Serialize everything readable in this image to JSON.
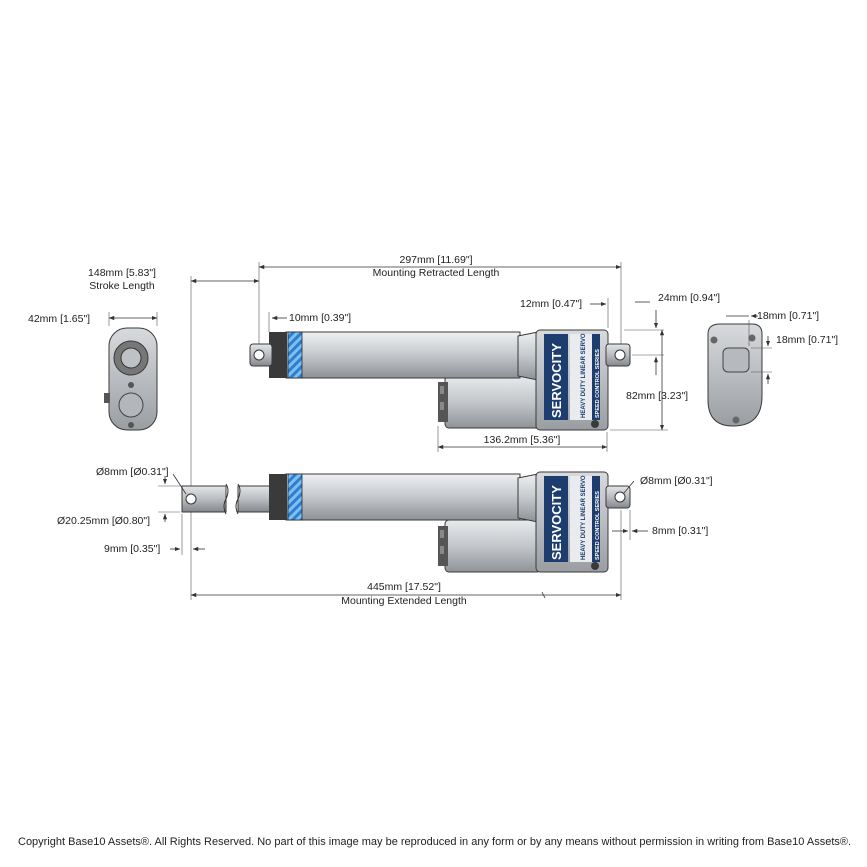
{
  "dimensions": {
    "stroke_length": {
      "value": "148mm [5.83\"]",
      "label": "Stroke Length"
    },
    "retracted_length": {
      "value": "297mm [11.69\"]",
      "label": "Mounting Retracted Length"
    },
    "extended_length": {
      "value": "445mm [17.52\"]",
      "label": "Mounting Extended Length"
    },
    "end_width": "42mm [1.65\"]",
    "rod_collar": "10mm [0.39\"]",
    "rear_clevis_depth": "12mm [0.47\"]",
    "rear_offset": "24mm [0.94\"]",
    "rear_view_a": "18mm [0.71\"]",
    "rear_view_b": "18mm [0.71\"]",
    "body_height": "82mm [3.23\"]",
    "motor_length": "136.2mm [5.36\"]",
    "rod_hole": "Ø8mm [Ø0.31\"]",
    "rear_hole": "Ø8mm [Ø0.31\"]",
    "rod_diameter": "Ø20.25mm [Ø0.80\"]",
    "rod_end_offset": "9mm [0.35\"]",
    "rear_end_width": "8mm [0.31\"]"
  },
  "brand": {
    "logo": "SERVOCITY",
    "line1": "HEAVY DUTY LINEAR SERVO",
    "line2": "SPEED CONTROL SERIES"
  },
  "colors": {
    "tube": "#c9ccd0",
    "housing": "#b5b8bc",
    "accent": "#3b8fd6",
    "label_bg": "#1c3d6e"
  },
  "copyright": "Copyright Base10 Assets®.  All Rights Reserved. No part of this image may be reproduced in any form or by any means without permission in writing from Base10 Assets®."
}
